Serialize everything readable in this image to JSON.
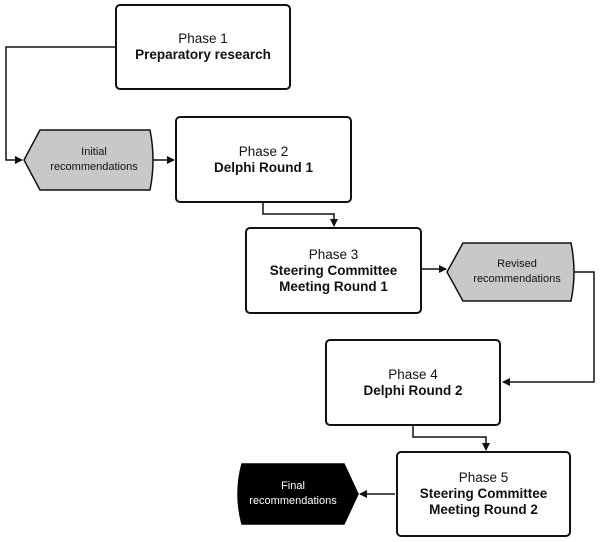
{
  "diagram": {
    "phase1": {
      "label": "Phase 1",
      "title": "Preparatory research"
    },
    "phase2": {
      "label": "Phase 2",
      "title": "Delphi Round 1"
    },
    "phase3": {
      "label": "Phase 3",
      "title": "Steering Committee\nMeeting Round 1"
    },
    "phase4": {
      "label": "Phase 4",
      "title": "Delphi Round 2"
    },
    "phase5": {
      "label": "Phase 5",
      "title": "Steering Committee\nMeeting Round 2"
    },
    "outputs": {
      "initial": "Initial\nrecommendations",
      "revised": "Revised\nrecommendations",
      "final": "Final\nrecommendations"
    }
  },
  "colors": {
    "line": "#111111",
    "output_fill": "#c8c8c8",
    "final_fill": "#000000",
    "final_text": "#ffffff"
  }
}
